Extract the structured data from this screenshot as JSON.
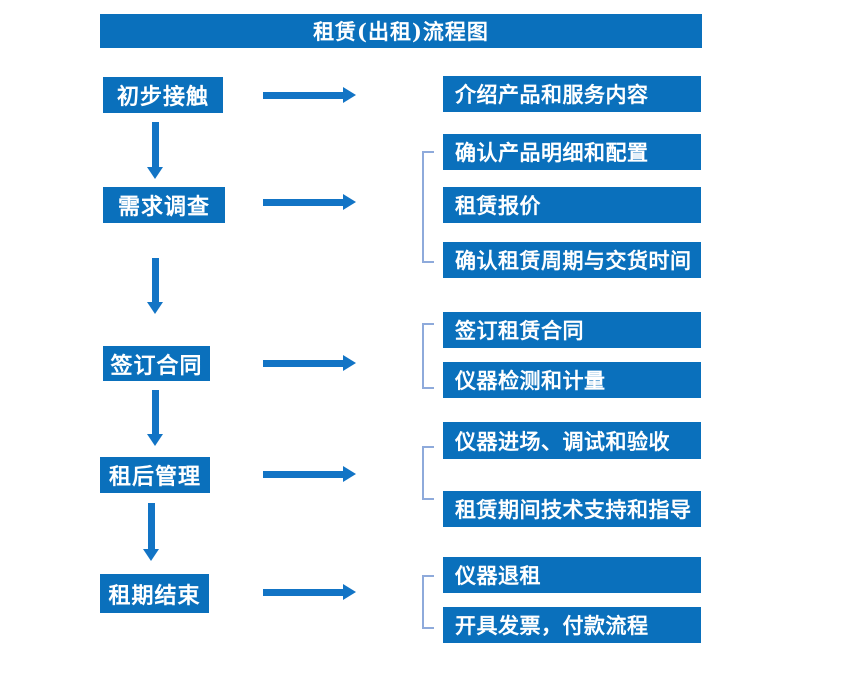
{
  "header": {
    "title": "租赁(出租)流程图"
  },
  "colors": {
    "box": "#0a70bc",
    "arrow": "#1274c5",
    "bracket": "#8eaadb",
    "text": "#ffffff",
    "background": "#ffffff"
  },
  "flow": {
    "steps": [
      {
        "label": "初步接触",
        "details": [
          "介绍产品和服务内容"
        ]
      },
      {
        "label": "需求调查",
        "details": [
          "确认产品明细和配置",
          "租赁报价",
          "确认租赁周期与交货时间"
        ]
      },
      {
        "label": "签订合同",
        "details": [
          "签订租赁合同",
          "仪器检测和计量"
        ]
      },
      {
        "label": "租后管理",
        "details": [
          "仪器进场、调试和验收",
          "租赁期间技术支持和指导"
        ]
      },
      {
        "label": "租期结束",
        "details": [
          "仪器退租",
          "开具发票，付款流程"
        ]
      }
    ]
  }
}
